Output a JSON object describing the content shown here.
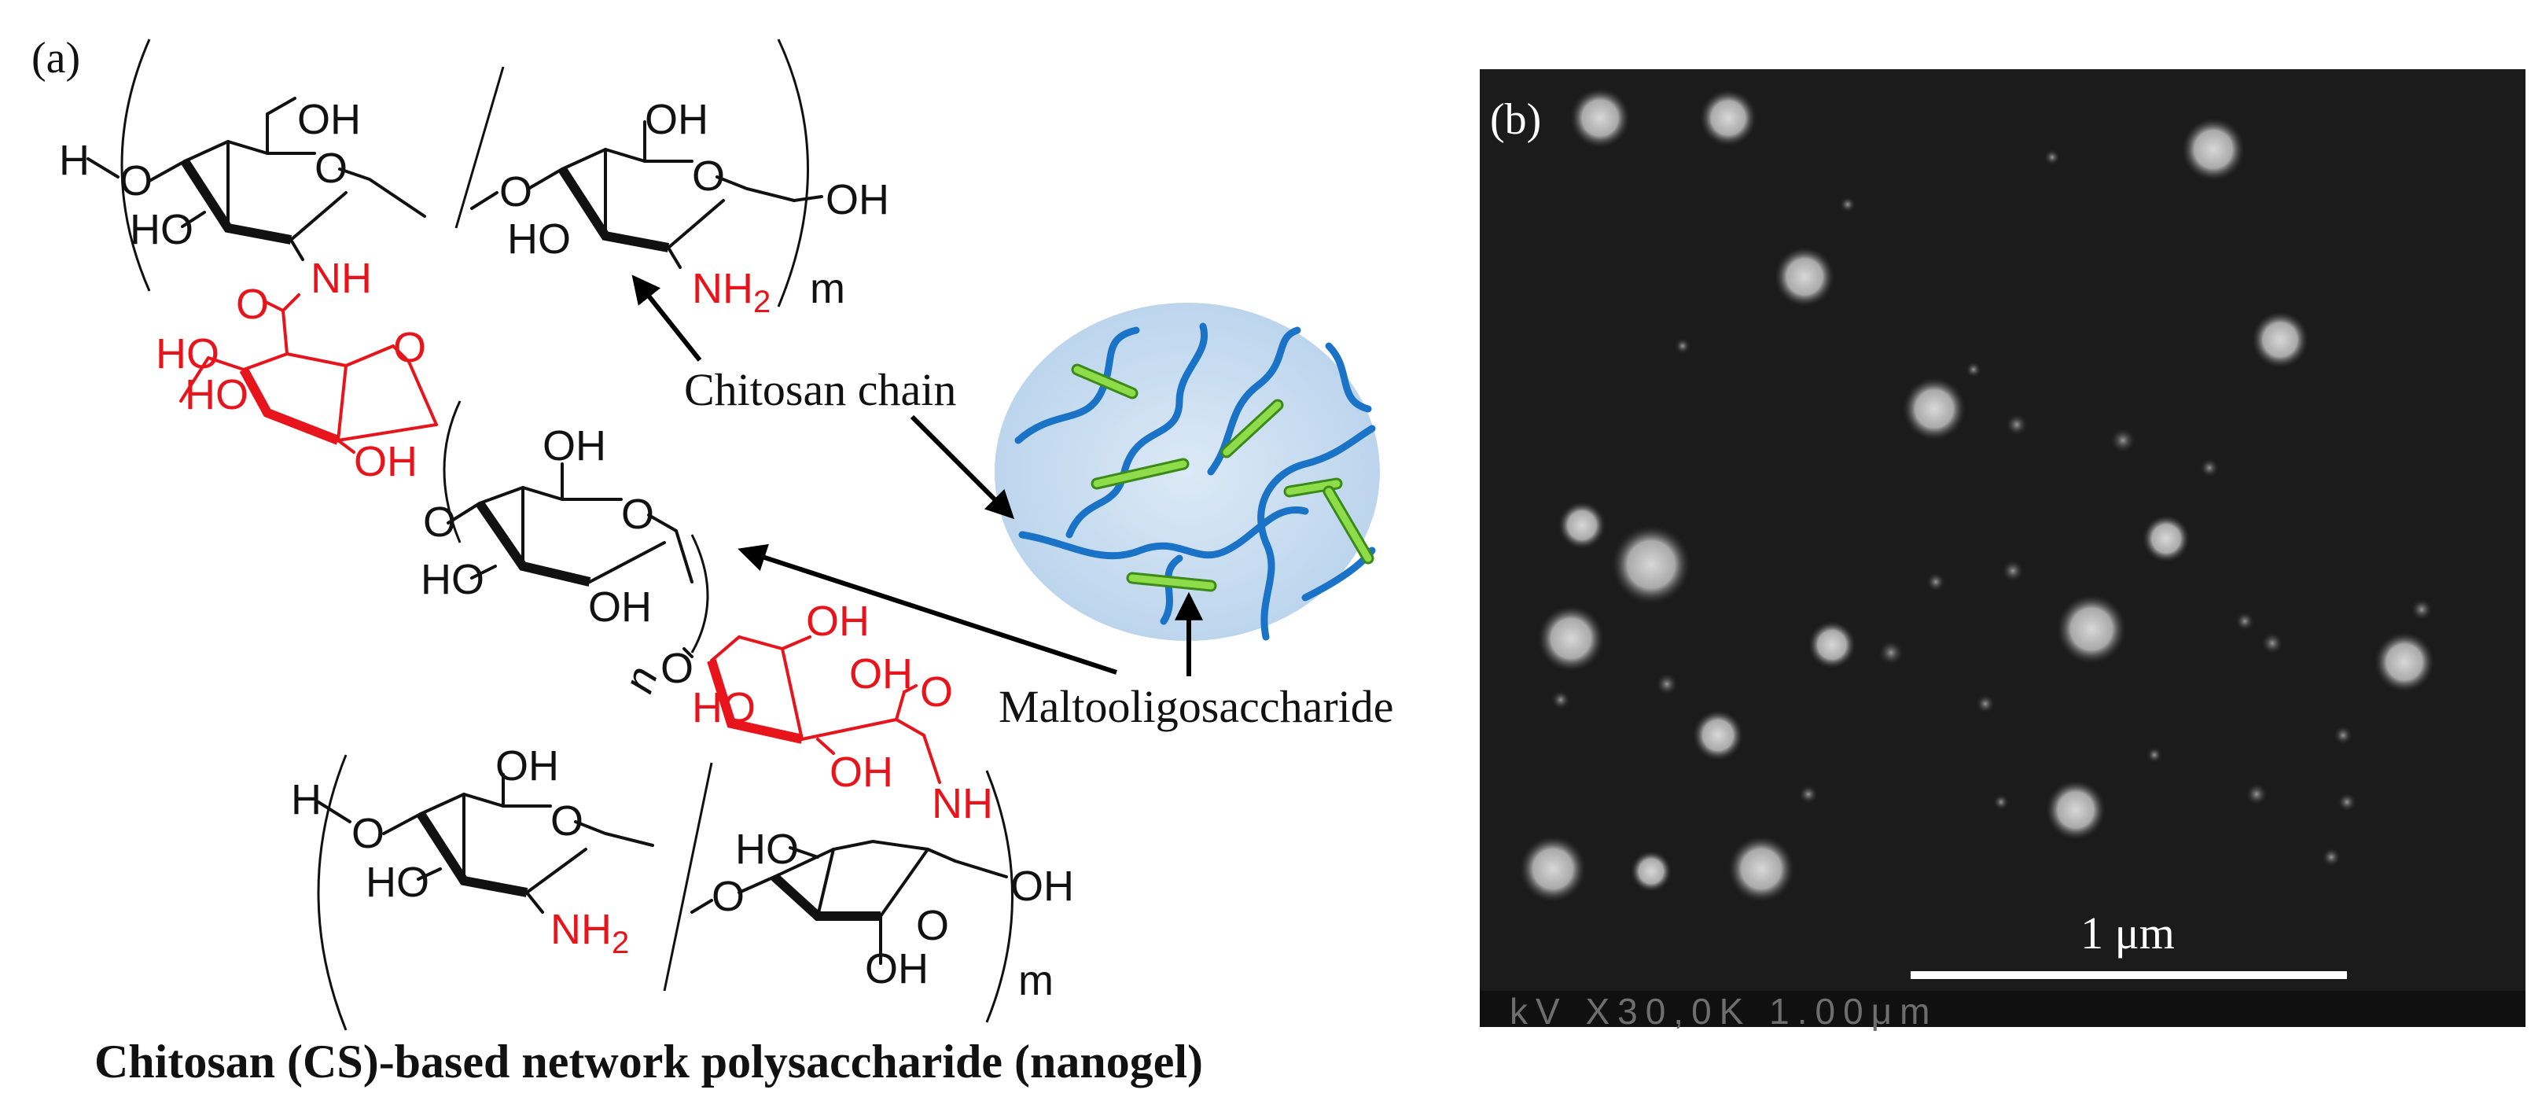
{
  "panel_a": {
    "label": "(a)",
    "annotations": {
      "chitosan_chain": "Chitosan chain",
      "maltooligosaccharide": "Maltooligosaccharide"
    },
    "caption": "Chitosan (CS)-based network polysaccharide (nanogel)",
    "structure_labels": {
      "h": "H",
      "o": "O",
      "oh": "OH",
      "ho": "HO",
      "nh": "NH",
      "nh2_main": "NH",
      "nh2_sub": "2",
      "m": "m",
      "n": "n"
    },
    "colors": {
      "black": "#111111",
      "red": "#e8141b",
      "chain_blue": "#1a73c6",
      "crosslink_green": "#8fdc4a",
      "nanogel_fill": "#c9dff2"
    }
  },
  "panel_b": {
    "label": "(b)",
    "scale_bar_label": "1 μm",
    "instrument_text": "kV  X30,0K  1.00μm"
  }
}
